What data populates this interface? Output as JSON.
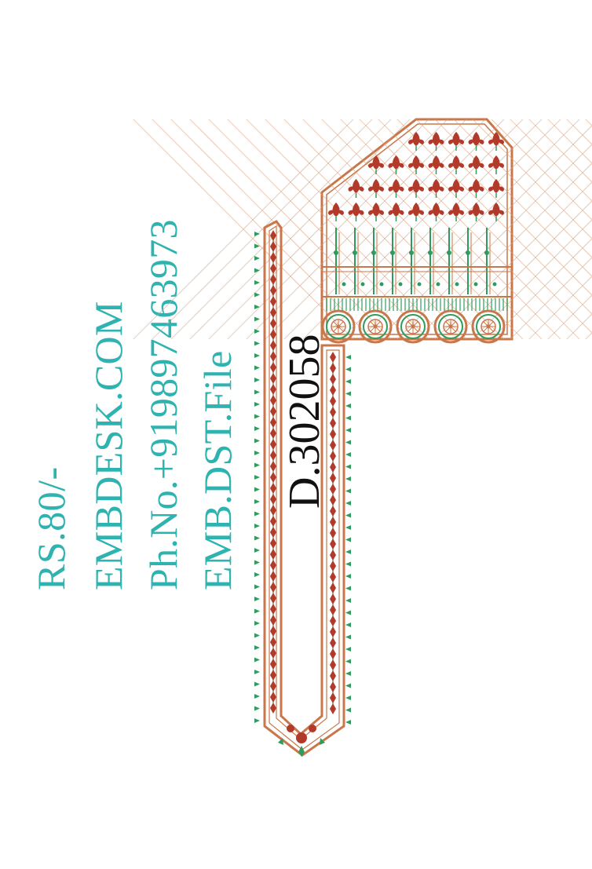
{
  "info": {
    "price": "RS.80/-",
    "website": "EMBDESK.COM",
    "phone": "Ph.No.+919897463973",
    "file_type": "EMB.DST.File"
  },
  "design": {
    "code": "D.302058"
  },
  "colors": {
    "text": "#2fb3b0",
    "thread_copper": "#c9764a",
    "thread_red": "#b23a2a",
    "thread_green": "#2f9c5c",
    "background": "#ffffff"
  }
}
